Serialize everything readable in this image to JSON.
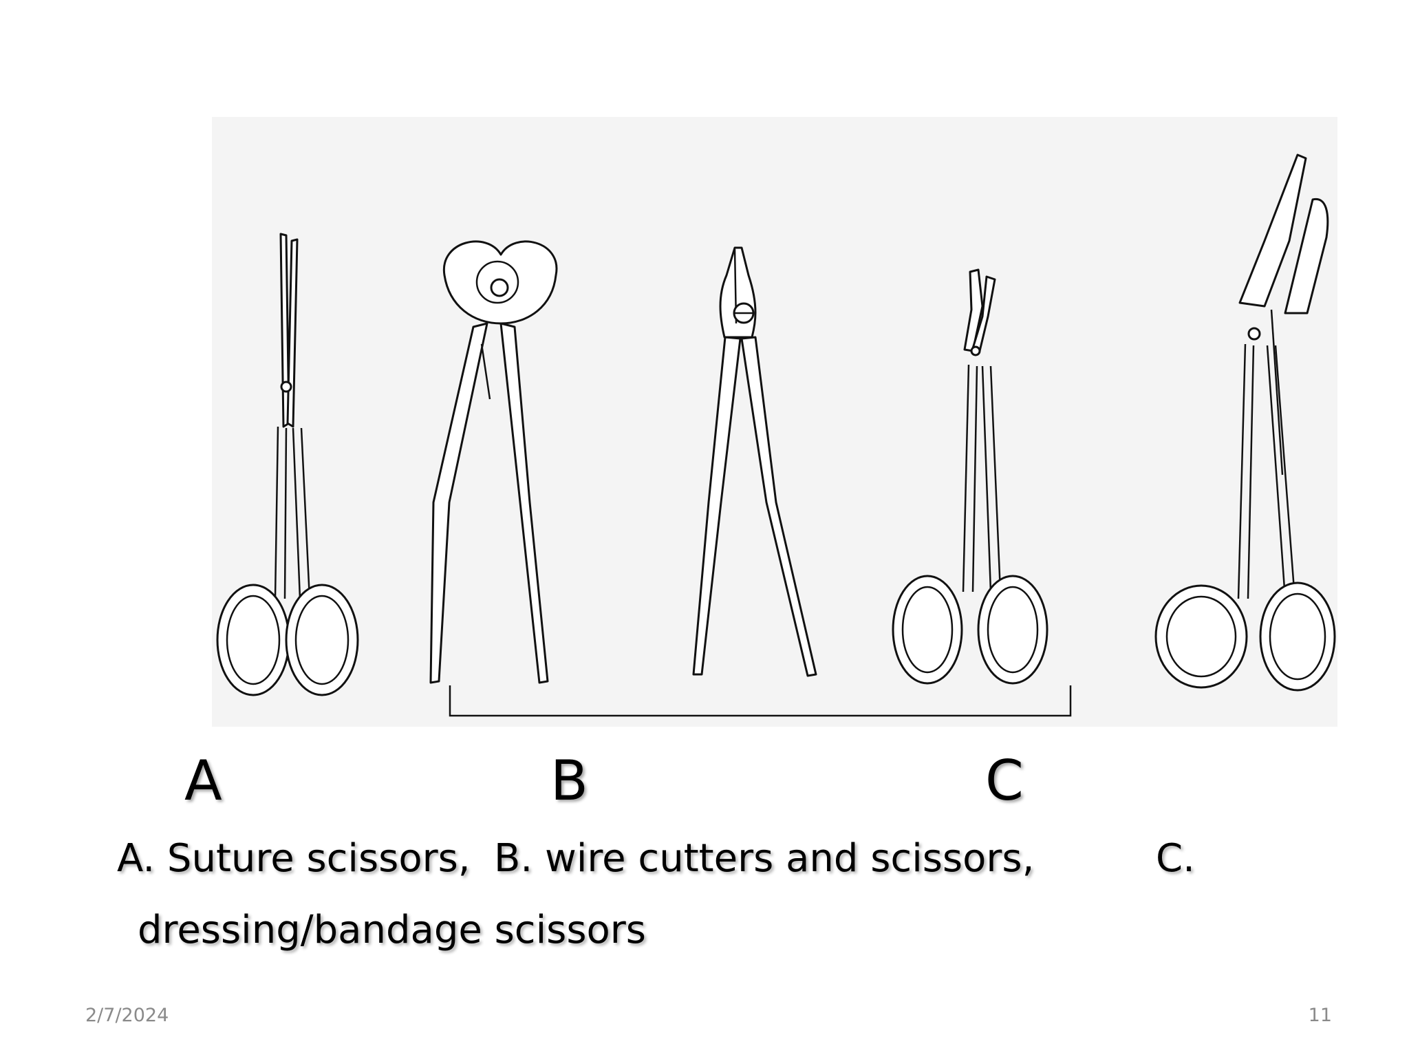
{
  "labels": {
    "a": "A",
    "b": "B",
    "c": "C"
  },
  "caption": {
    "part_a": "A. Suture scissors,",
    "part_b": "B. wire cutters and scissors,",
    "part_c": "C.",
    "line2": "dressing/bandage scissors"
  },
  "footer": {
    "date": "2/7/2024",
    "page_number": "11"
  },
  "figure": {
    "icons": [
      "suture-scissors-icon",
      "end-cutter-pliers-icon",
      "side-wire-cutter-icon",
      "wire-scissors-icon",
      "bandage-scissors-icon"
    ]
  }
}
